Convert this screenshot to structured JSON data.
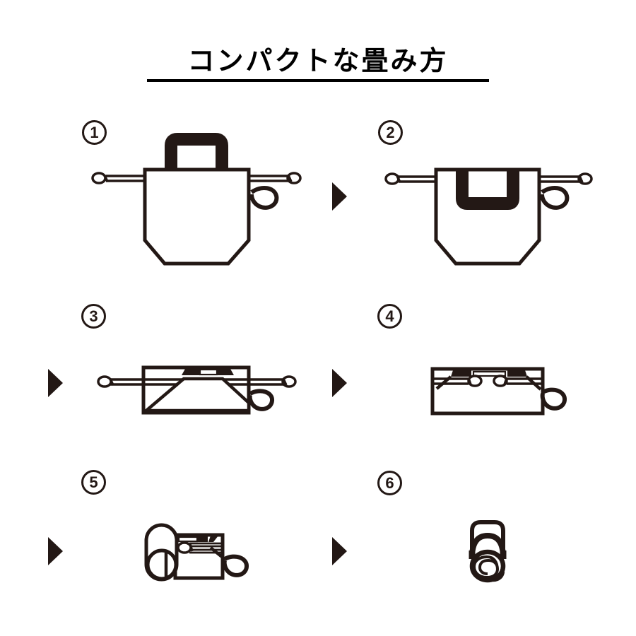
{
  "title": {
    "text": "コンパクトな畳み方"
  },
  "colors": {
    "ink": "#231815",
    "text": "#000000",
    "background": "#ffffff"
  },
  "steps": [
    {
      "number": "1",
      "illustration": "drawstring-tote-handle-up"
    },
    {
      "number": "2",
      "illustration": "handle-folded-into-bag"
    },
    {
      "number": "3",
      "illustration": "bag-folded-flat"
    },
    {
      "number": "4",
      "illustration": "bag-folded-half-strings-inside"
    },
    {
      "number": "5",
      "illustration": "bag-being-rolled"
    },
    {
      "number": "6",
      "illustration": "rolled-bag-secured-with-loop"
    }
  ]
}
